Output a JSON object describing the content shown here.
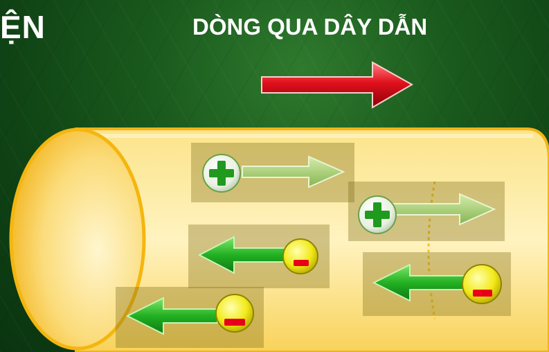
{
  "heading": {
    "left_fragment": "ỆN",
    "title": "DÒNG QUA DÂY DẪN"
  },
  "diagram": {
    "current_direction": "right",
    "positive_charges": [
      {
        "symbol": "+",
        "arrow": "right"
      },
      {
        "symbol": "+",
        "arrow": "right"
      }
    ],
    "negative_charges": [
      {
        "symbol": "-",
        "arrow": "left"
      },
      {
        "symbol": "-",
        "arrow": "left"
      },
      {
        "symbol": "-",
        "arrow": "left"
      }
    ],
    "colors": {
      "conductor": "#f6c63a",
      "current_arrow": "#d8101a",
      "positive_charge": "#1f9a1f",
      "negative_charge": "#e8001a",
      "charge_arrow_positive": "#9fcc6a",
      "charge_arrow_negative": "#2fb52f"
    }
  }
}
